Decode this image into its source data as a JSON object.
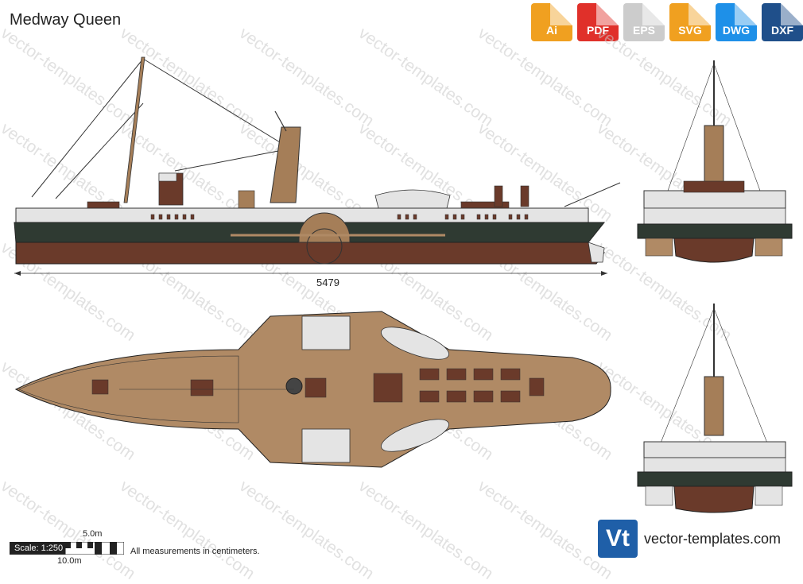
{
  "title": "Medway Queen",
  "formats": [
    {
      "label": "Ai",
      "color": "#f0a020"
    },
    {
      "label": "PDF",
      "color": "#e0302a"
    },
    {
      "label": "EPS",
      "color": "#cccccc"
    },
    {
      "label": "SVG",
      "color": "#f0a020"
    },
    {
      "label": "DWG",
      "color": "#1e90e8"
    },
    {
      "label": "DXF",
      "color": "#1f4f8a"
    }
  ],
  "watermark_text": "vector-templates.com",
  "dimension_length": "5479",
  "scale": {
    "label": "Scale: 1:250",
    "small": "5.0m",
    "large": "10.0m"
  },
  "note": "All measurements in centimeters.",
  "logo_glyph": "Vt",
  "brand": "vector-templates.com",
  "colors": {
    "hull_lower": "#6a3a2a",
    "hull_band": "#2f3a32",
    "superstructure": "#e4e4e4",
    "deck": "#b08a65",
    "funnel": "#a57e58"
  }
}
